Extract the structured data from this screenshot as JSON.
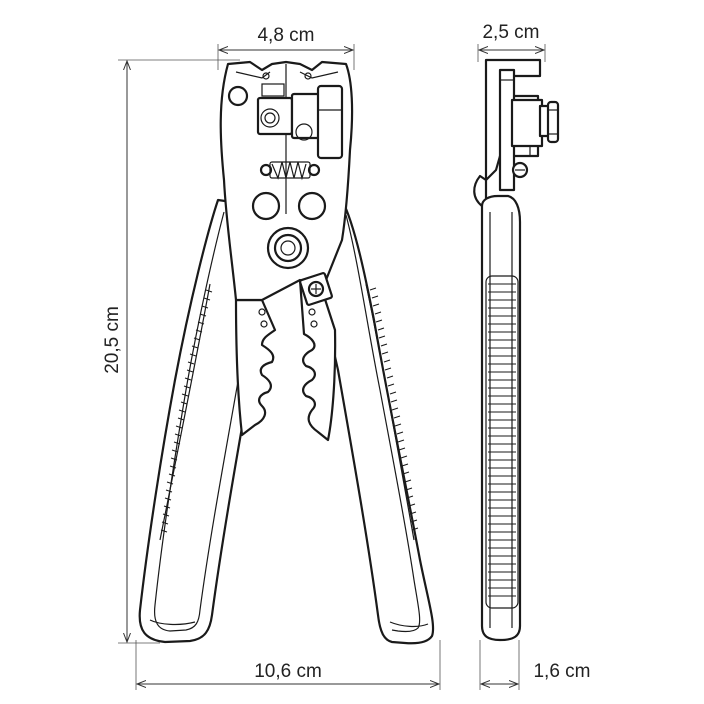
{
  "dimensions": {
    "head_width": "4,8 cm",
    "side_width": "2,5 cm",
    "total_length": "20,5 cm",
    "open_width": "10,6 cm",
    "handle_thickness": "1,6 cm"
  },
  "colors": {
    "line": "#1a1a1a",
    "dimension": "#333333",
    "background": "#ffffff"
  }
}
